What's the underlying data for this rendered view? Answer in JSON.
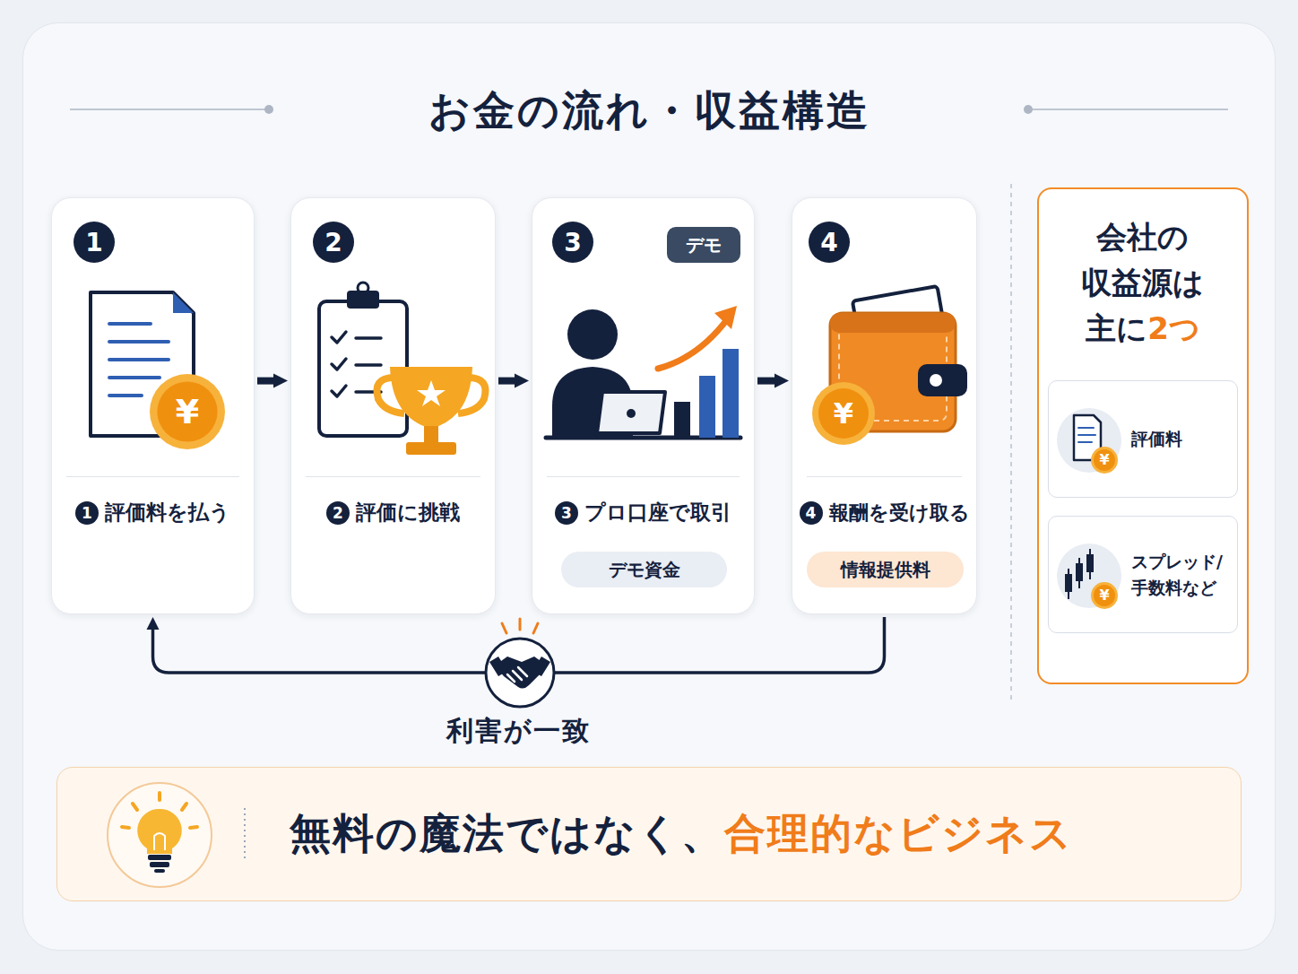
{
  "diagram": {
    "title": "お金の流れ・収益構造",
    "nodes": [
      {
        "text": [
          "1",
          "1",
          "評価料を払う"
        ]
      },
      {
        "text": [
          "2",
          "2",
          "評価に挑戦"
        ]
      },
      {
        "text": [
          "3",
          "3",
          "プロ口座で取引"
        ]
      },
      {
        "text": [
          "デモ"
        ],
        "in": 2
      },
      {
        "text": [
          "デモ資金"
        ],
        "in": 2
      },
      {
        "text": [
          "4",
          "4",
          "報酬を受け取る"
        ]
      },
      {
        "text": [
          "情報提供料"
        ],
        "in": 5
      },
      {
        "text": [
          "会社の 収益源は 主に",
          "2つ"
        ]
      },
      {
        "text": [
          "評価料"
        ],
        "in": 7
      },
      {
        "text": [
          "スプレッド/ 手数料など"
        ],
        "in": 7
      },
      {
        "text": [
          "無料の魔法ではなく、",
          "合理的なビジネス"
        ]
      }
    ],
    "edges": [
      {
        "from": 0,
        "to": 1,
        "arrow": "to"
      },
      {
        "from": 1,
        "to": 2,
        "arrow": "to"
      },
      {
        "from": 2,
        "to": 5,
        "arrow": "to"
      },
      {
        "from": 5,
        "to": 0,
        "arrow": "to",
        "label": "利害が一致"
      }
    ],
    "labels": [
      "¥",
      "¥",
      "¥",
      "¥"
    ]
  }
}
